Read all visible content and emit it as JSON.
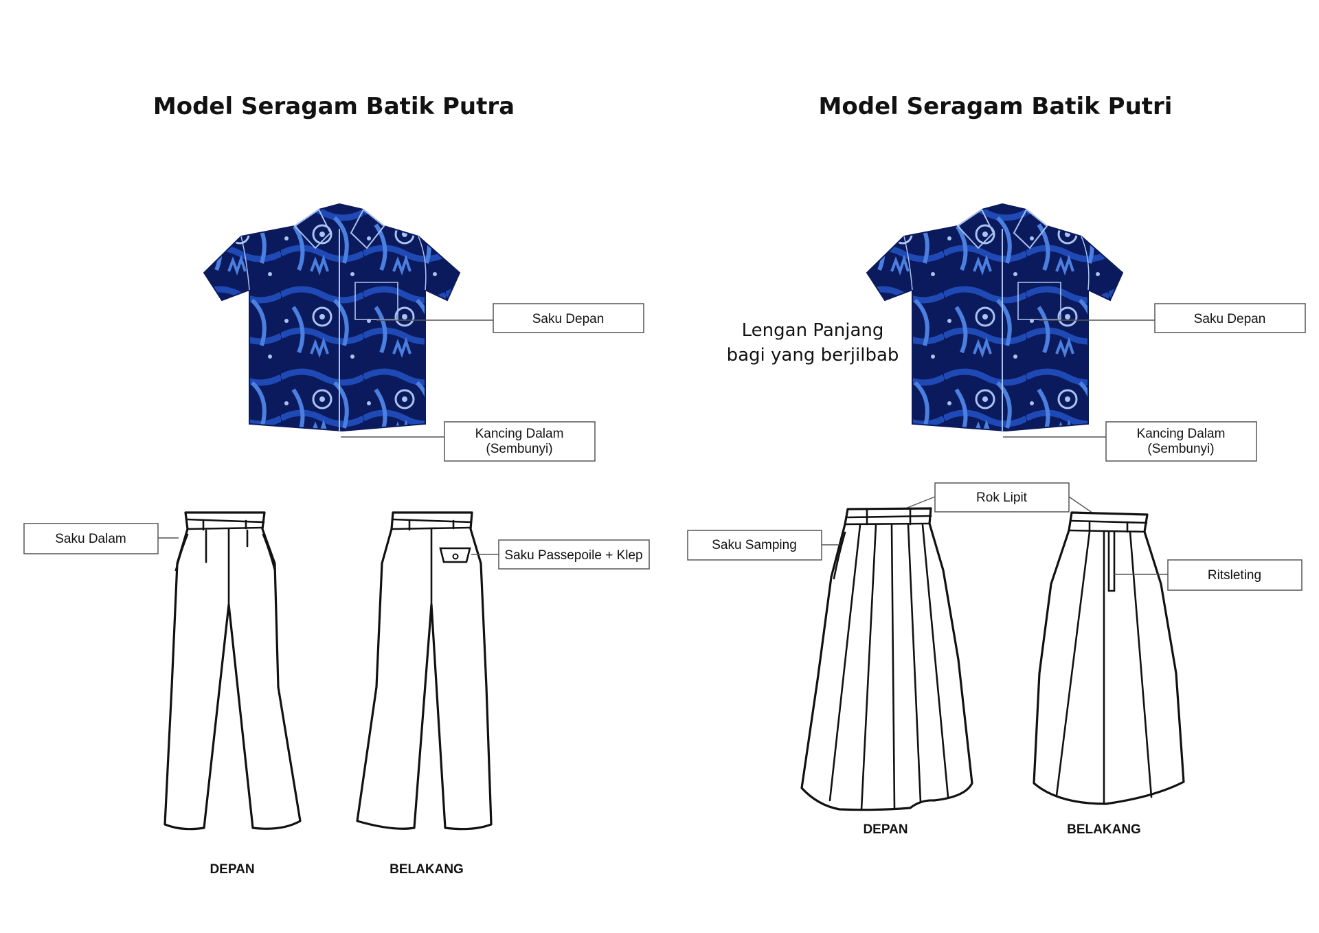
{
  "colors": {
    "batik_dark": "#0b1a5c",
    "batik_mid": "#1f49b5",
    "batik_light": "#4b7fe0",
    "batik_pale": "#a9c3f2",
    "line": "#111111"
  },
  "putra": {
    "title": "Model Seragam Batik Putra",
    "callouts": {
      "saku_depan": "Saku Depan",
      "kancing_line1": "Kancing Dalam",
      "kancing_line2": "(Sembunyi)",
      "saku_dalam": "Saku Dalam",
      "saku_passepoile": "Saku Passepoile + Klep"
    },
    "view_front": "DEPAN",
    "view_back": "BELAKANG"
  },
  "putri": {
    "title": "Model Seragam Batik Putri",
    "note_line1": "Lengan Panjang",
    "note_line2": "bagi yang berjilbab",
    "callouts": {
      "saku_depan": "Saku Depan",
      "kancing_line1": "Kancing Dalam",
      "kancing_line2": "(Sembunyi)",
      "rok_lipit": "Rok Lipit",
      "saku_samping": "Saku Samping",
      "ritsleting": "Ritsleting"
    },
    "view_front": "DEPAN",
    "view_back": "BELAKANG"
  }
}
